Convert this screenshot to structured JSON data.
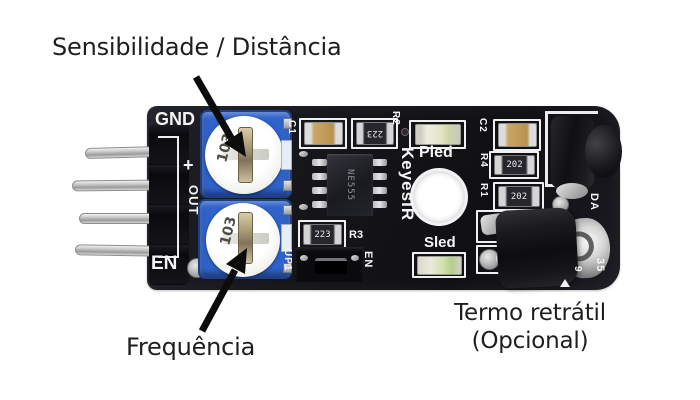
{
  "annotations": {
    "sensitivity": "Sensibilidade / Distância",
    "frequency": "Frequência",
    "heatshrink_line1": "Termo retrátil",
    "heatshrink_line2": "(Opcional)"
  },
  "board": {
    "brand": "KeyesIR",
    "silkscreen": {
      "gnd": "GND",
      "plus": "+",
      "out": "OUT",
      "en": "EN",
      "pled": "Pled",
      "sled": "Sled",
      "c1": "C1",
      "c2": "C2",
      "r1": "R1",
      "r2": "R2",
      "r3": "R3",
      "r4": "R4",
      "up1": "UP1",
      "en_jumper": "EN",
      "da": "DA",
      "edge_code": "35",
      "edge_code2": "9"
    },
    "markings": {
      "ic": "NE555",
      "pot_top": "103",
      "pot_bottom": "103",
      "res_top": "223",
      "res_r3": "223",
      "res_r4": "202",
      "res_r1": "202"
    },
    "colors": {
      "pcb": "#15151a",
      "pot_blue": "#2f62ca",
      "silkscreen": "#f5f5f5",
      "annotation_text": "#1e1e1e"
    }
  }
}
